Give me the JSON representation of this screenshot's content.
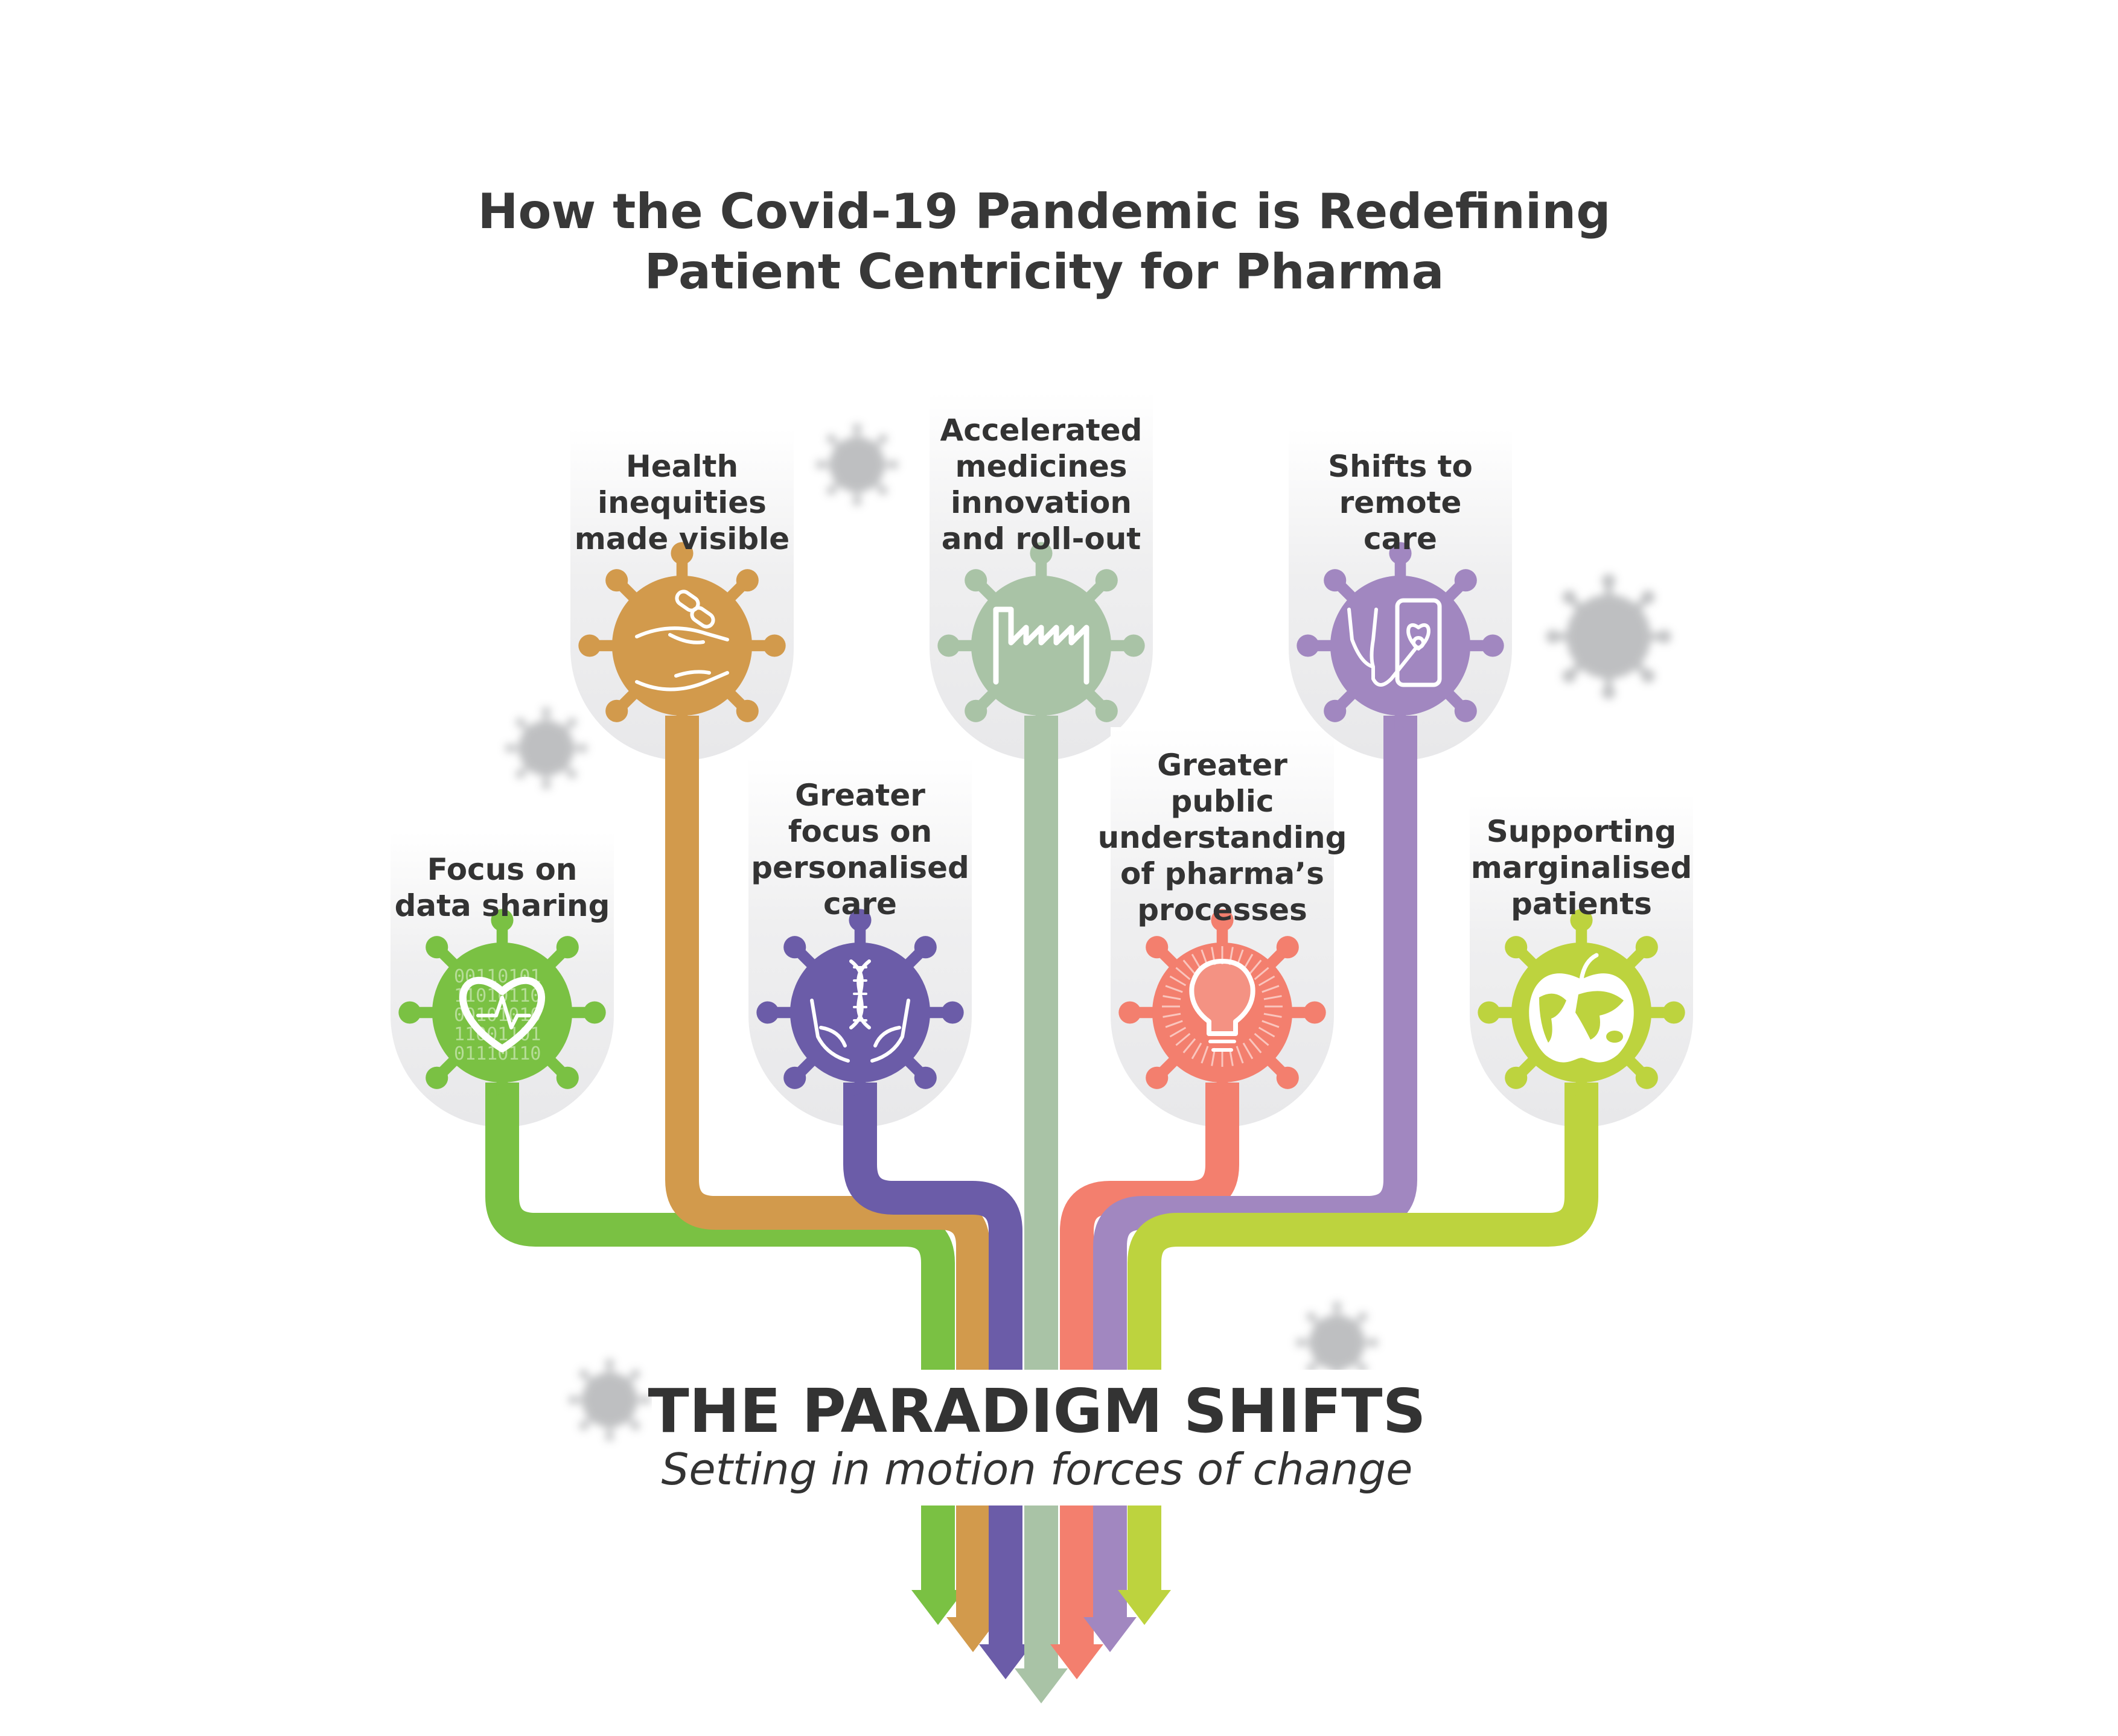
{
  "title": {
    "line1": "How the Covid-19 Pandemic is Redefining",
    "line2": "Patient Centricity for Pharma"
  },
  "heading": "THE PARADIGM SHIFTS",
  "subheading": "Setting in motion forces of change",
  "shifts": [
    {
      "id": "data-sharing",
      "lines": [
        "Focus on",
        "data sharing"
      ],
      "color": "#7ac143",
      "icon": "heart-pulse-binary-icon"
    },
    {
      "id": "health-inequities",
      "lines": [
        "Health",
        "inequities",
        "made visible"
      ],
      "color": "#d29a4c",
      "icon": "hands-pills-icon"
    },
    {
      "id": "personalised-care",
      "lines": [
        "Greater",
        "focus on",
        "personalised",
        "care"
      ],
      "color": "#6b5ca8",
      "icon": "dna-hands-icon"
    },
    {
      "id": "medicines-innovation",
      "lines": [
        "Accelerated",
        "medicines",
        "innovation",
        "and roll-out"
      ],
      "color": "#a9c3a6",
      "icon": "factory-icon"
    },
    {
      "id": "public-understanding",
      "lines": [
        "Greater",
        "public",
        "understanding",
        "of pharma’s",
        "processes"
      ],
      "color": "#f37f6e",
      "icon": "lightbulb-icon"
    },
    {
      "id": "remote-care",
      "lines": [
        "Shifts to",
        "remote",
        "care"
      ],
      "color": "#a187c0",
      "icon": "stethoscope-phone-icon"
    },
    {
      "id": "marginalised-patients",
      "lines": [
        "Supporting",
        "marginalised",
        "patients"
      ],
      "color": "#bdd33e",
      "icon": "apple-world-icon"
    }
  ],
  "decor": {
    "virus_color": "#b8b9bb",
    "card_color": "#efeff0",
    "arrow_direction": "down"
  }
}
